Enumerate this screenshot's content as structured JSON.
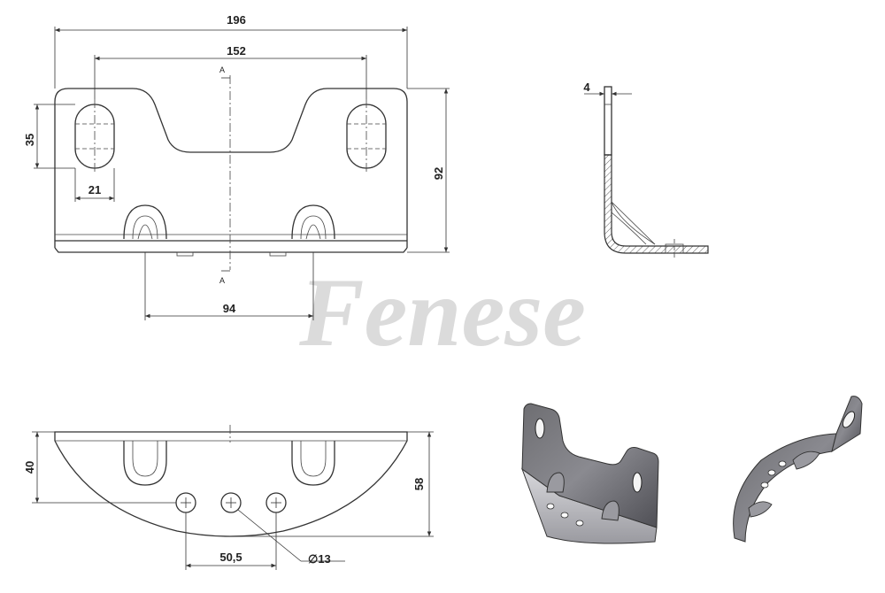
{
  "watermark": "Fenese",
  "section_labels": {
    "top": "A",
    "bottom": "A"
  },
  "dimensions": {
    "overall_width": "196",
    "slot_spacing": "152",
    "slot_height": "35",
    "slot_width": "21",
    "height": "92",
    "lug_spacing": "94",
    "thickness": "4",
    "depth": "40",
    "total_depth": "58",
    "hole_spacing": "50,5",
    "hole_diameter": "∅13"
  }
}
